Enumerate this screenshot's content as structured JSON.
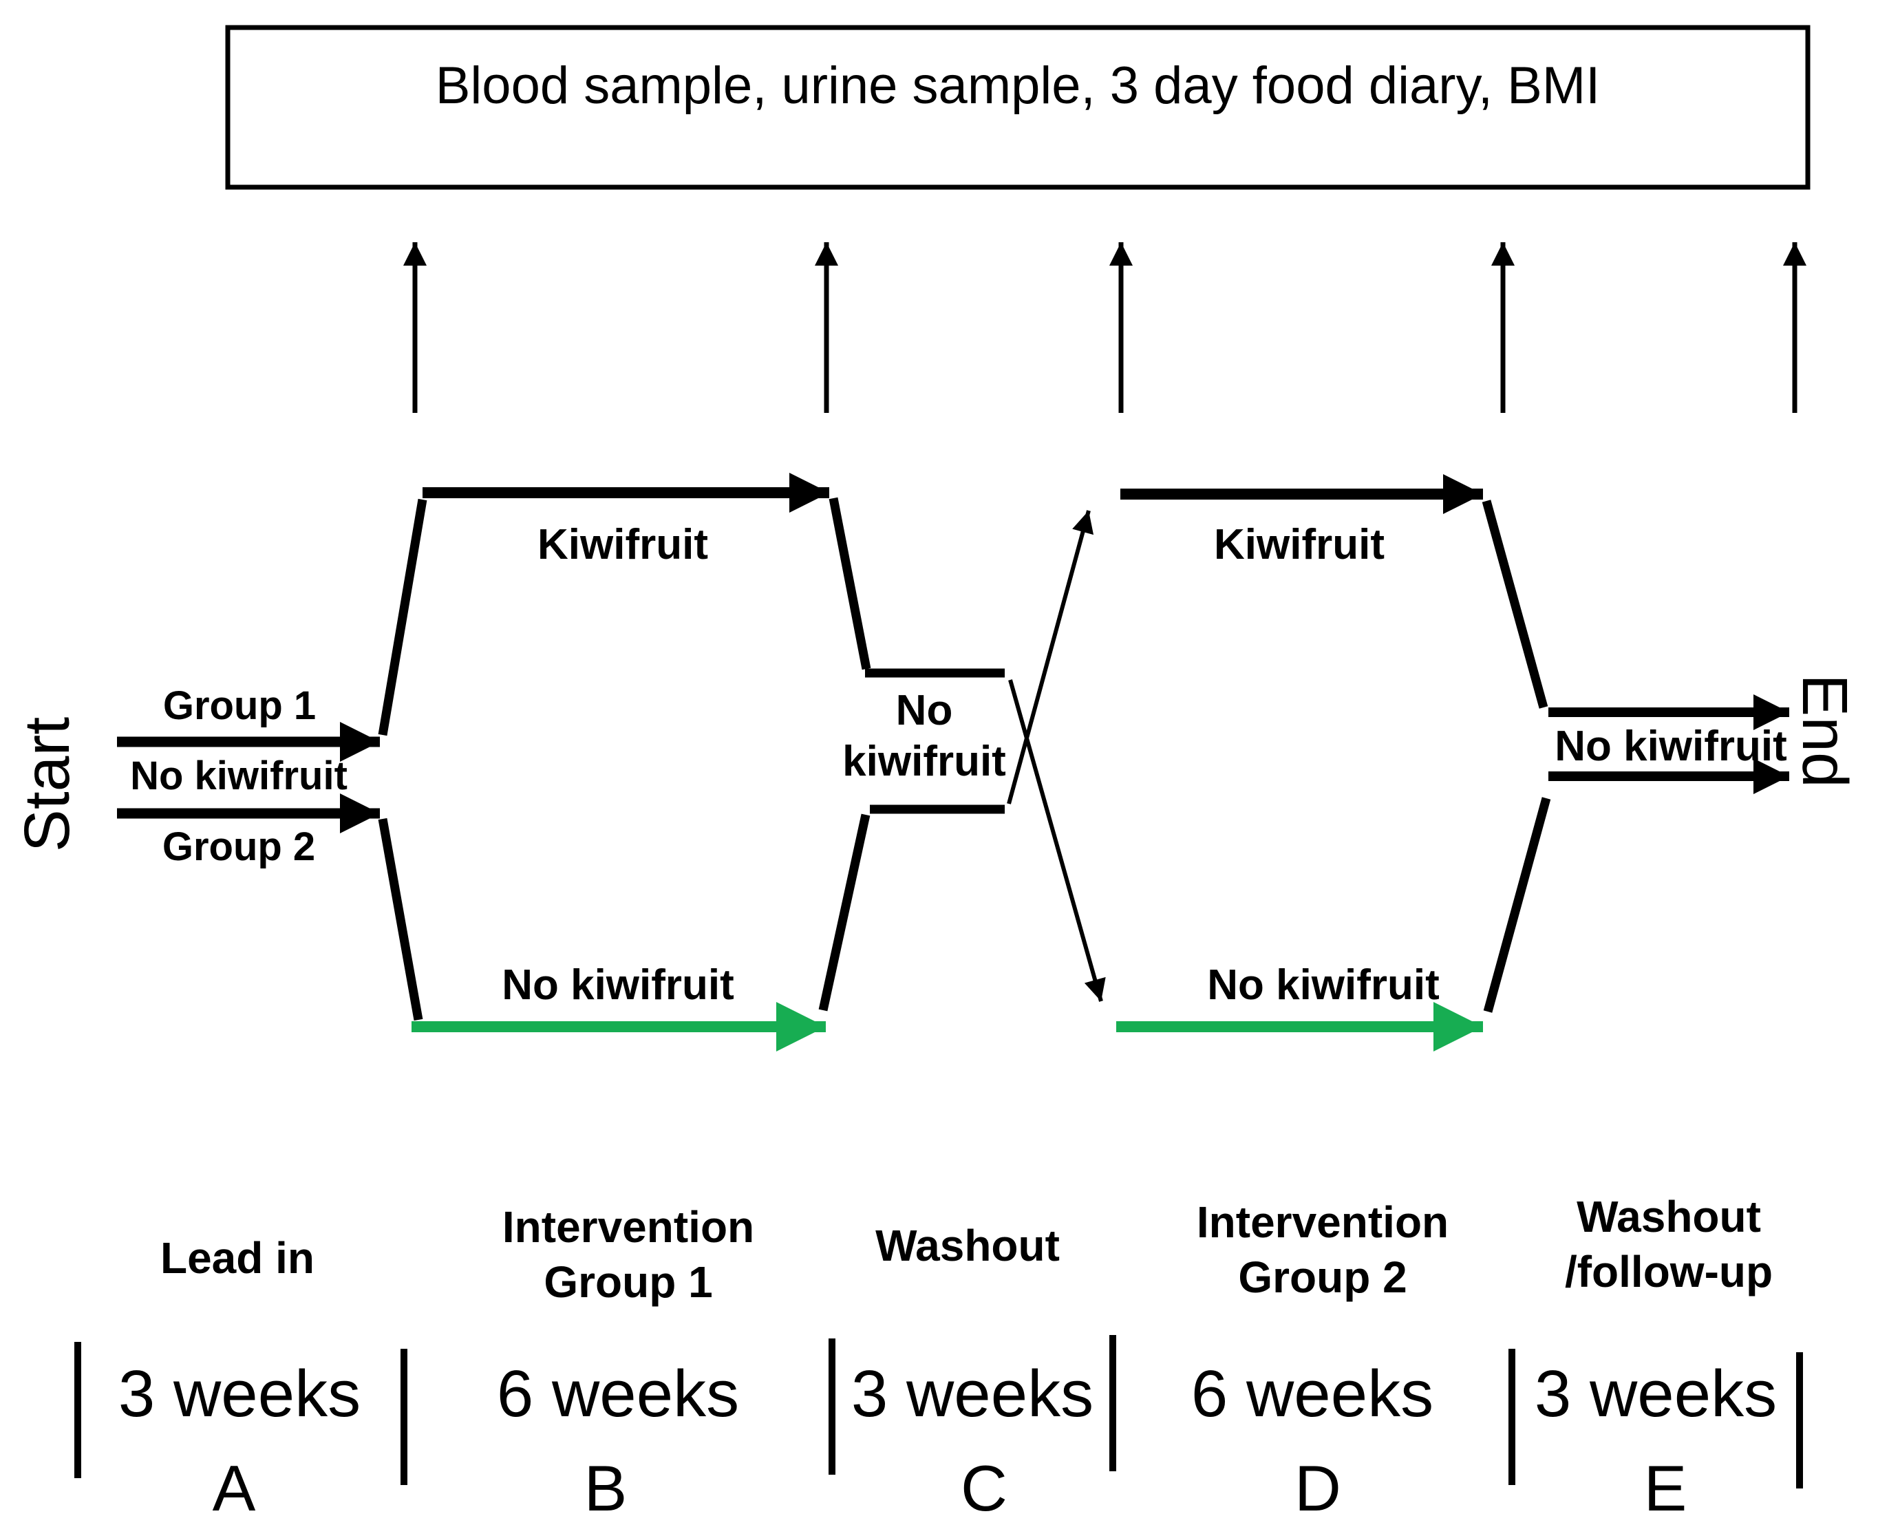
{
  "colors": {
    "black": "#000000",
    "green": "#17ad52"
  },
  "assessment_box": {
    "label": "Blood sample, urine sample, 3 day food diary, BMI"
  },
  "flow": {
    "start": "Start",
    "end": "End",
    "group1": "Group 1",
    "entry_no_kiwifruit": "No kiwifruit",
    "group2": "Group 2",
    "period1": {
      "kiwifruit": "Kiwifruit",
      "no_kiwifruit": "No kiwifruit"
    },
    "washout": {
      "line1": "No",
      "line2": "kiwifruit"
    },
    "period2": {
      "kiwifruit": "Kiwifruit",
      "no_kiwifruit": "No kiwifruit"
    },
    "final_no_kiwifruit": "No kiwifruit"
  },
  "timeline": {
    "phases": [
      {
        "lines": [
          "Lead in"
        ],
        "duration": "3 weeks",
        "letter": "A"
      },
      {
        "lines": [
          "Intervention",
          "Group 1"
        ],
        "duration": "6 weeks",
        "letter": "B"
      },
      {
        "lines": [
          "Washout"
        ],
        "duration": "3 weeks",
        "letter": "C"
      },
      {
        "lines": [
          "Intervention",
          "Group 2"
        ],
        "duration": "6 weeks",
        "letter": "D"
      },
      {
        "lines": [
          "Washout",
          "/follow-up"
        ],
        "duration": "3 weeks",
        "letter": "E"
      }
    ]
  }
}
